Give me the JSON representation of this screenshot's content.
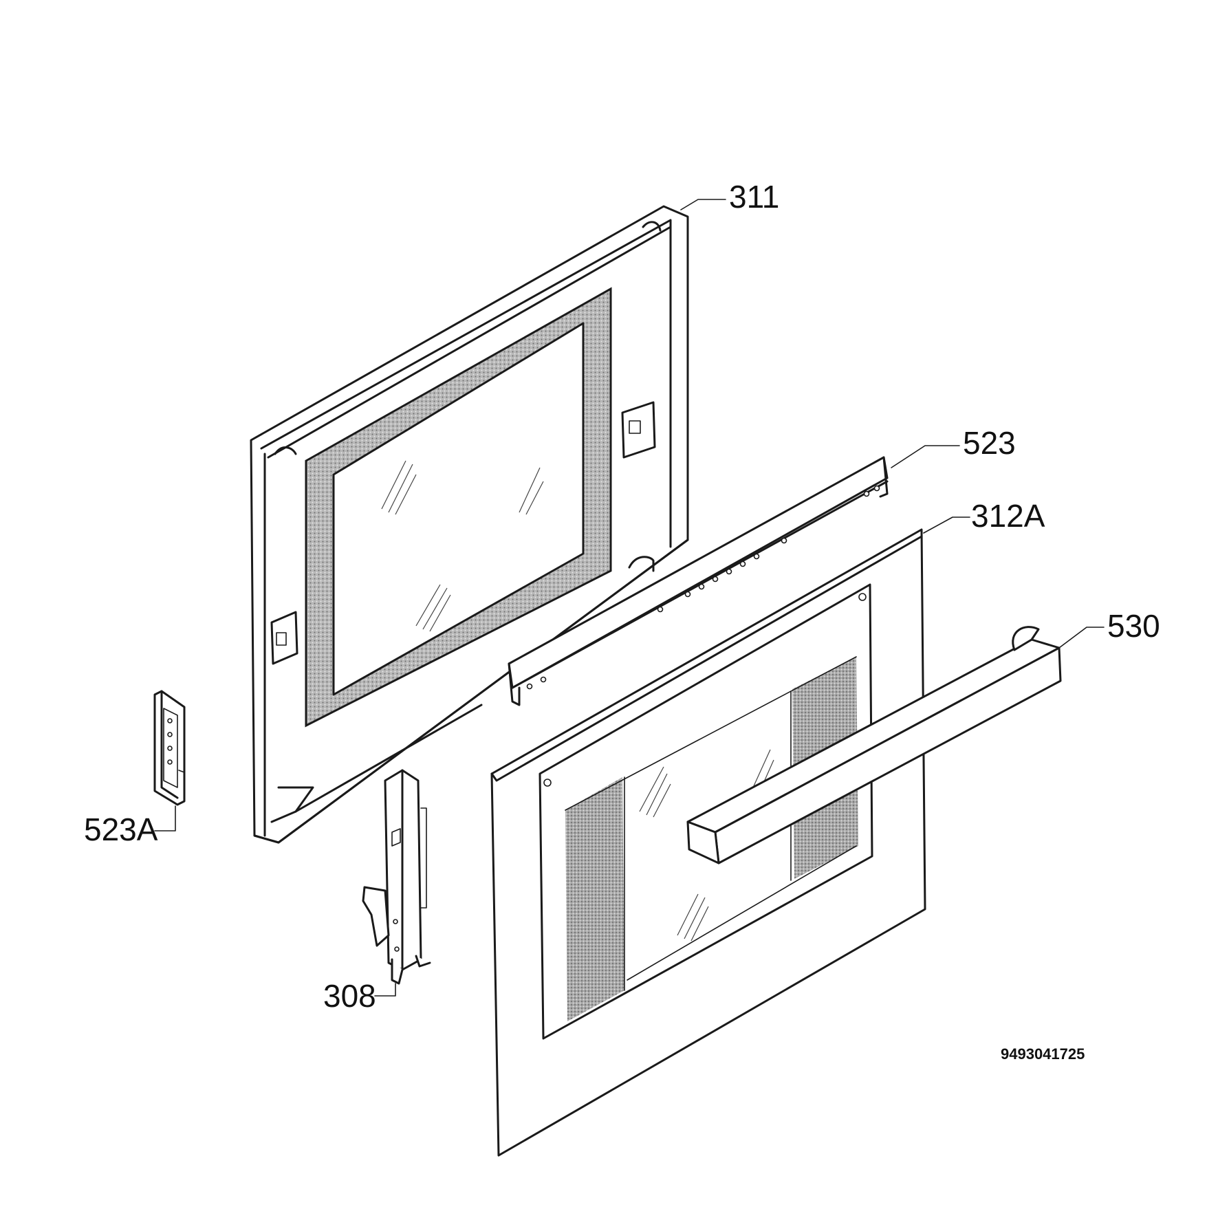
{
  "callouts": [
    {
      "id": "311",
      "label": "311"
    },
    {
      "id": "523",
      "label": "523"
    },
    {
      "id": "312A",
      "label": "312A"
    },
    {
      "id": "530",
      "label": "530"
    },
    {
      "id": "523A",
      "label": "523A"
    },
    {
      "id": "308",
      "label": "308"
    }
  ],
  "reference_code": "9493041725"
}
